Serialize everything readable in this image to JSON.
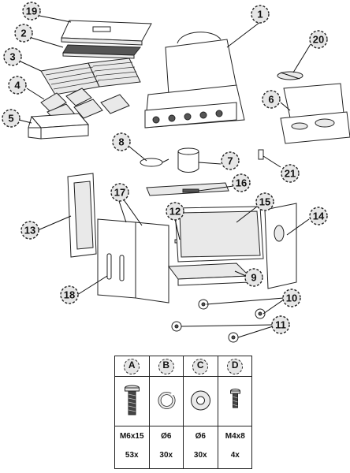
{
  "callouts": [
    {
      "id": "19",
      "label": "19"
    },
    {
      "id": "1",
      "label": "1"
    },
    {
      "id": "2",
      "label": "2"
    },
    {
      "id": "20",
      "label": "20"
    },
    {
      "id": "3",
      "label": "3"
    },
    {
      "id": "6",
      "label": "6"
    },
    {
      "id": "4",
      "label": "4"
    },
    {
      "id": "5",
      "label": "5"
    },
    {
      "id": "8",
      "label": "8"
    },
    {
      "id": "7",
      "label": "7"
    },
    {
      "id": "21",
      "label": "21"
    },
    {
      "id": "17",
      "label": "17"
    },
    {
      "id": "16",
      "label": "16"
    },
    {
      "id": "15",
      "label": "15"
    },
    {
      "id": "12",
      "label": "12"
    },
    {
      "id": "14",
      "label": "14"
    },
    {
      "id": "13",
      "label": "13"
    },
    {
      "id": "9",
      "label": "9"
    },
    {
      "id": "18",
      "label": "18"
    },
    {
      "id": "10",
      "label": "10"
    },
    {
      "id": "11",
      "label": "11"
    }
  ],
  "hardware": [
    {
      "letter": "A",
      "icon": "bolt-icon",
      "size": "M6x15",
      "qty": "53x"
    },
    {
      "letter": "B",
      "icon": "lock-washer-icon",
      "size": "Ø6",
      "qty": "30x"
    },
    {
      "letter": "C",
      "icon": "flat-washer-icon",
      "size": "Ø6",
      "qty": "30x"
    },
    {
      "letter": "D",
      "icon": "screw-icon",
      "size": "M4x8",
      "qty": "4x"
    }
  ]
}
